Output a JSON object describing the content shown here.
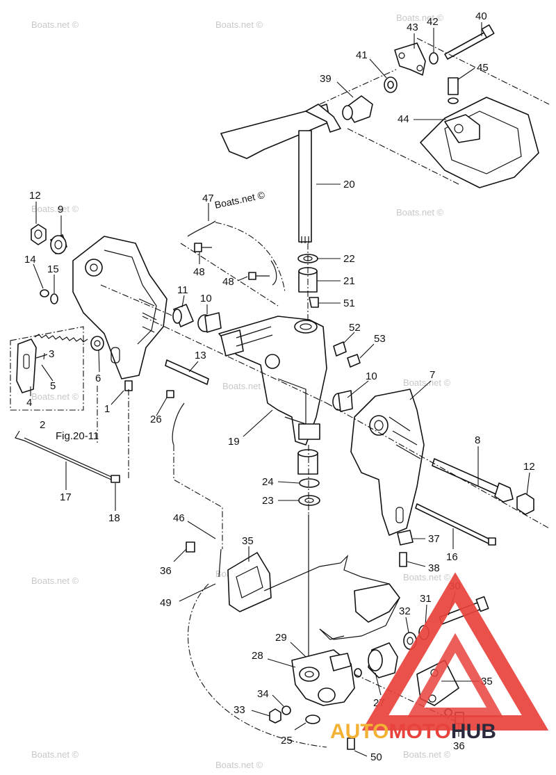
{
  "watermark": "Boats.net ©",
  "figure_ref": "Fig.20-11",
  "logo": {
    "part1": "AUTO",
    "part2": "MOTO",
    "part3": "HUB"
  },
  "colors": {
    "logo_red": "#e8423c",
    "logo_yellow": "#f3b233",
    "logo_dark": "#2a2a3c"
  },
  "callouts": [
    {
      "id": "c40",
      "text": "40"
    },
    {
      "id": "c42",
      "text": "42"
    },
    {
      "id": "c43",
      "text": "43"
    },
    {
      "id": "c41",
      "text": "41"
    },
    {
      "id": "c39",
      "text": "39"
    },
    {
      "id": "c45",
      "text": "45"
    },
    {
      "id": "c44",
      "text": "44"
    },
    {
      "id": "c20",
      "text": "20"
    },
    {
      "id": "c47",
      "text": "47"
    },
    {
      "id": "c12a",
      "text": "12"
    },
    {
      "id": "c9",
      "text": "9"
    },
    {
      "id": "c14",
      "text": "14"
    },
    {
      "id": "c15",
      "text": "15"
    },
    {
      "id": "c48a",
      "text": "48"
    },
    {
      "id": "c48b",
      "text": "48"
    },
    {
      "id": "c22",
      "text": "22"
    },
    {
      "id": "c21",
      "text": "21"
    },
    {
      "id": "c51",
      "text": "51"
    },
    {
      "id": "c11",
      "text": "11"
    },
    {
      "id": "c10a",
      "text": "10"
    },
    {
      "id": "c52",
      "text": "52"
    },
    {
      "id": "c53",
      "text": "53"
    },
    {
      "id": "c3",
      "text": "3"
    },
    {
      "id": "c5",
      "text": "5"
    },
    {
      "id": "c6",
      "text": "6"
    },
    {
      "id": "c4",
      "text": "4"
    },
    {
      "id": "c13",
      "text": "13"
    },
    {
      "id": "c10b",
      "text": "10"
    },
    {
      "id": "c7",
      "text": "7"
    },
    {
      "id": "c1",
      "text": "1"
    },
    {
      "id": "c2",
      "text": "2"
    },
    {
      "id": "c26",
      "text": "26"
    },
    {
      "id": "c19",
      "text": "19"
    },
    {
      "id": "c8",
      "text": "8"
    },
    {
      "id": "c12b",
      "text": "12"
    },
    {
      "id": "c17",
      "text": "17"
    },
    {
      "id": "c18",
      "text": "18"
    },
    {
      "id": "c24",
      "text": "24"
    },
    {
      "id": "c23",
      "text": "23"
    },
    {
      "id": "c46",
      "text": "46"
    },
    {
      "id": "c37",
      "text": "37"
    },
    {
      "id": "c16",
      "text": "16"
    },
    {
      "id": "c35a",
      "text": "35"
    },
    {
      "id": "c36a",
      "text": "36"
    },
    {
      "id": "c38",
      "text": "38"
    },
    {
      "id": "c49",
      "text": "49"
    },
    {
      "id": "c30",
      "text": "30"
    },
    {
      "id": "c31",
      "text": "31"
    },
    {
      "id": "c32",
      "text": "32"
    },
    {
      "id": "c29",
      "text": "29"
    },
    {
      "id": "c28",
      "text": "28"
    },
    {
      "id": "c35b",
      "text": "35"
    },
    {
      "id": "c34",
      "text": "34"
    },
    {
      "id": "c33",
      "text": "33"
    },
    {
      "id": "c27",
      "text": "27"
    },
    {
      "id": "c25",
      "text": "25"
    },
    {
      "id": "c36b",
      "text": "36"
    },
    {
      "id": "c50",
      "text": "50"
    }
  ]
}
